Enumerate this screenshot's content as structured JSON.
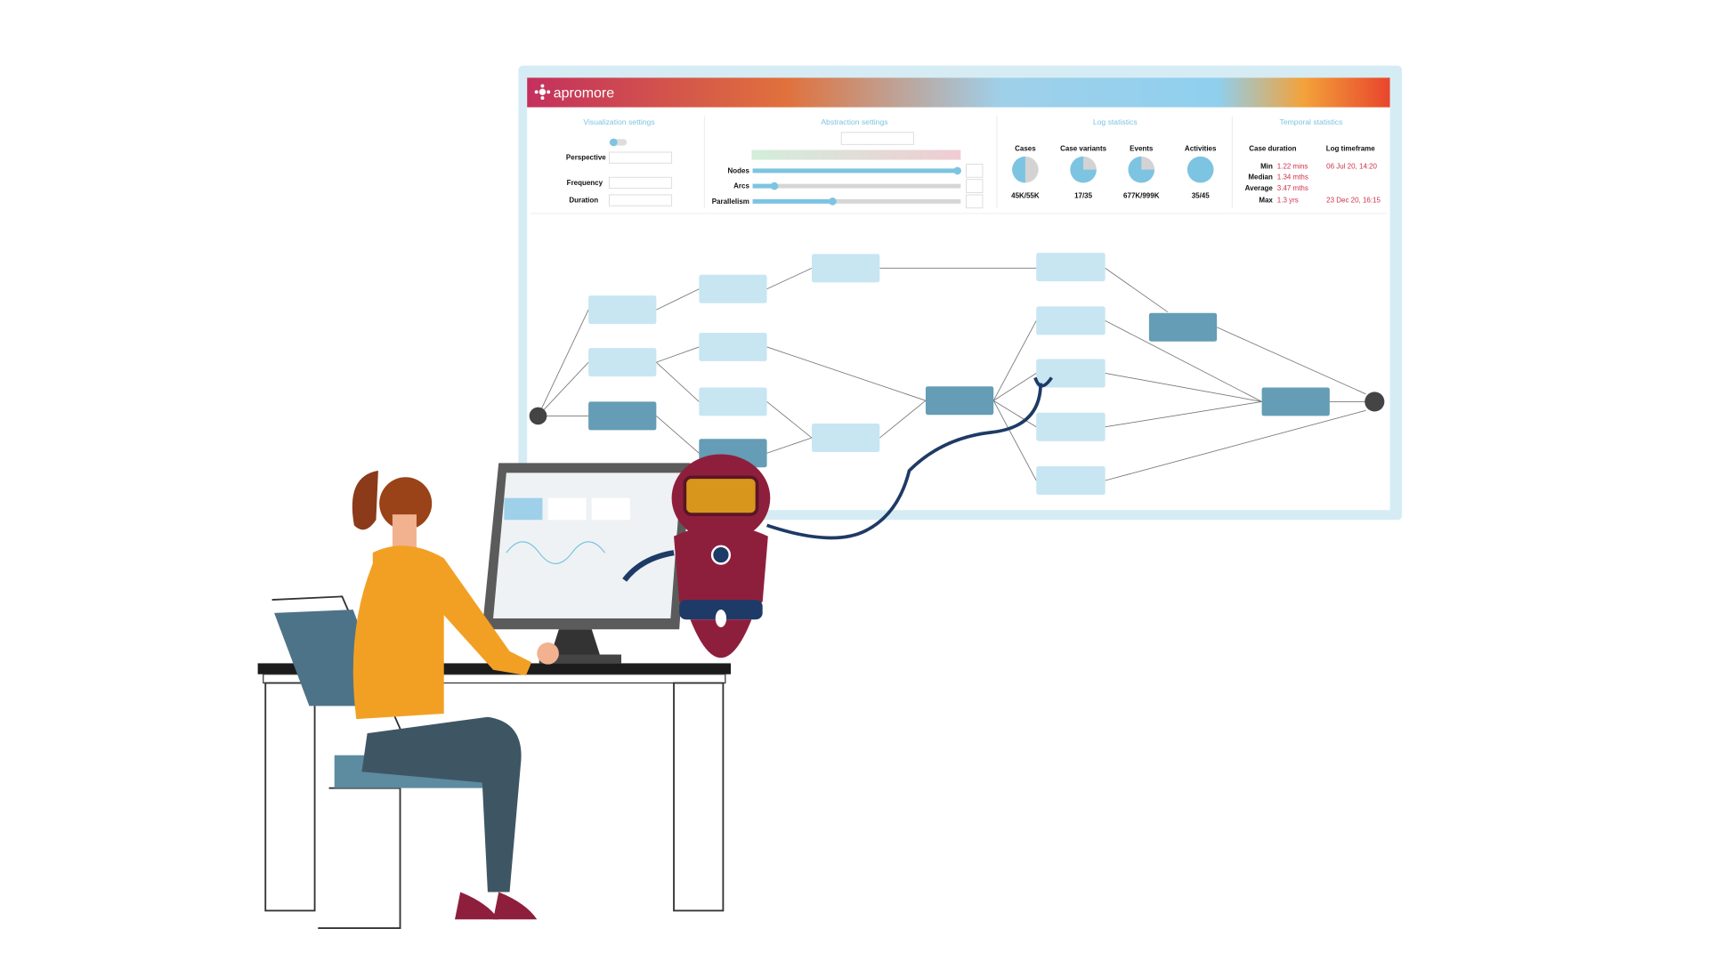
{
  "app": {
    "logo_text": "apromore",
    "brand_gradient": [
      "#c3305e",
      "#e0713c",
      "#9fd0ea",
      "#f3a23a",
      "#e8452c"
    ]
  },
  "visualization": {
    "title": "Visualization settings",
    "perspective_label": "Perspective",
    "frequency_label": "Frequency",
    "duration_label": "Duration"
  },
  "abstraction": {
    "title": "Abstraction settings",
    "sliders": [
      {
        "label": "Nodes",
        "value": 1.0
      },
      {
        "label": "Arcs",
        "value": 0.12
      },
      {
        "label": "Parallelism",
        "value": 0.4
      }
    ]
  },
  "log_stats": {
    "title": "Log statistics",
    "items": [
      {
        "label": "Cases",
        "value": "45K/55K",
        "fraction": 0.5
      },
      {
        "label": "Case variants",
        "value": "17/35",
        "fraction": 0.75
      },
      {
        "label": "Events",
        "value": "677K/999K",
        "fraction": 0.75
      },
      {
        "label": "Activities",
        "value": "35/45",
        "fraction": 1.0
      }
    ]
  },
  "temporal": {
    "title": "Temporal statistics",
    "case_duration_label": "Case duration",
    "timeframe_label": "Log timeframe",
    "rows": [
      {
        "label": "Min",
        "value": "1.22 mins",
        "time": "06 Jul 20, 14:20"
      },
      {
        "label": "Median",
        "value": "1.34 mths",
        "time": ""
      },
      {
        "label": "Average",
        "value": "3.47 mths",
        "time": ""
      },
      {
        "label": "Max",
        "value": "1.3 yrs",
        "time": "23 Dec 20, 16:15"
      }
    ]
  },
  "colors": {
    "accent": "#7cc4e2",
    "node_light": "#c7e6f2",
    "node_dark": "#649db5",
    "robot": "#8e1f3c",
    "shirt": "#f2a024"
  }
}
